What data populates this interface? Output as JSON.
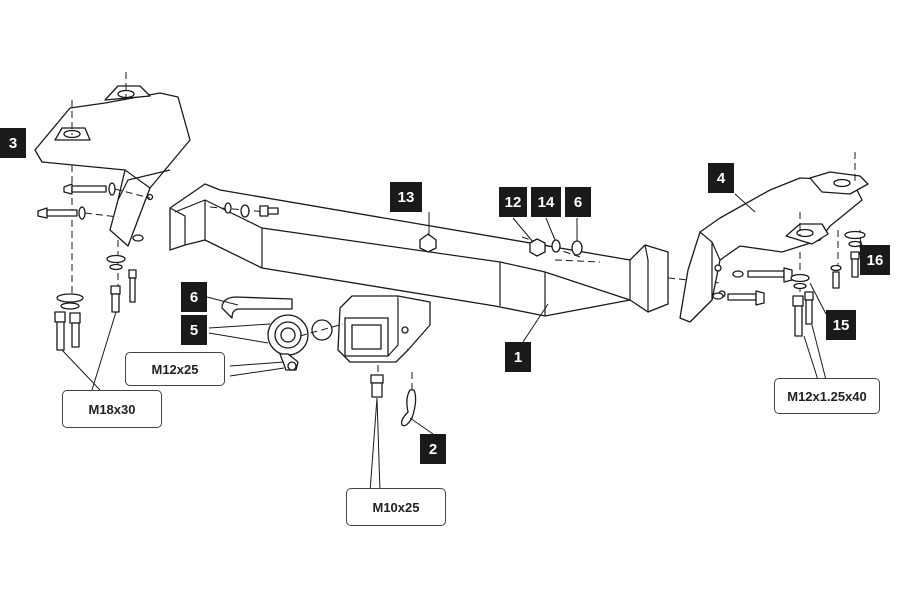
{
  "callouts": {
    "c1": "1",
    "c2": "2",
    "c3": "3",
    "c4": "4",
    "c5": "5",
    "c6a": "6",
    "c6b": "6",
    "c12": "12",
    "c13": "13",
    "c14": "14",
    "c15": "15",
    "c16": "16"
  },
  "specs": {
    "m12x25": "M12x25",
    "m18x30": "M18x30",
    "m10x25": "M10x25",
    "m12x125x40": "M12x1.25x40"
  },
  "colors": {
    "ink": "#1a1a1a",
    "paper": "#ffffff",
    "tag_bg": "#1a1a1a",
    "tag_text": "#ffffff"
  }
}
